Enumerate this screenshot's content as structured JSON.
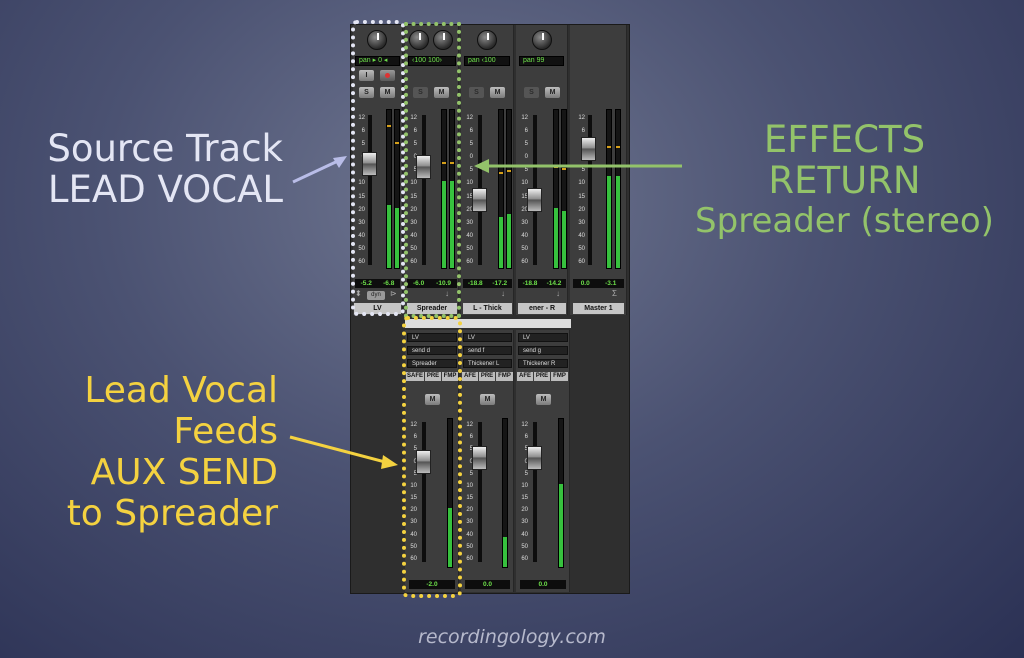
{
  "labels": {
    "source_line1": "Source Track",
    "source_line2": "LEAD VOCAL",
    "effects_line1": "EFFECTS RETURN",
    "effects_line2": "Spreader (stereo)",
    "lead_line1": "Lead Vocal",
    "lead_line2": "Feeds",
    "lead_line3": "AUX SEND",
    "lead_line4": "to Spreader",
    "footer": "recordingology.com"
  },
  "colors": {
    "source": "#e4e6f4",
    "effects": "#93c36a",
    "lead": "#f4d240",
    "meter_green": "#37c13e",
    "readout_green": "#6de04a"
  },
  "mixer": {
    "fader_scale": [
      "12",
      "6",
      "5",
      "0",
      "5",
      "10",
      "15",
      "20",
      "30",
      "40",
      "50",
      "60"
    ],
    "strips": {
      "lv": {
        "pan": "pan ▸ 0 ◂",
        "solo": "S",
        "mute": "M",
        "readout_left": "-5.2",
        "readout_right": "-6.8",
        "insert": "dyn",
        "name": "LV"
      },
      "spreader": {
        "pan": "‹100  100›",
        "solo": "S",
        "mute": "M",
        "readout_left": "-6.0",
        "readout_right": "-10.9",
        "name": "Spreader"
      },
      "thickL": {
        "pan": "pan ‹100",
        "solo": "S",
        "mute": "M",
        "readout_left": "-18.8",
        "readout_right": "-17.2",
        "name": "L - Thick"
      },
      "thickR": {
        "pan": "pan    99",
        "solo": "S",
        "mute": "M",
        "readout_left": "-18.8",
        "readout_right": "-14.2",
        "name": "ener - R"
      },
      "master": {
        "readout_left": "0.0",
        "readout_right": "-3.1",
        "name": "Master 1"
      }
    },
    "sends": [
      {
        "source": "LV",
        "send": "send d",
        "dest": "Spreader",
        "buttons": [
          "SAFE",
          "PRE",
          "FMP"
        ],
        "mute": "M",
        "value": "-2.0"
      },
      {
        "source": "LV",
        "send": "send f",
        "dest": "Thickener L",
        "buttons": [
          "AFE",
          "PRE",
          "FMP"
        ],
        "mute": "M",
        "value": "0.0"
      },
      {
        "source": "LV",
        "send": "send g",
        "dest": "Thickener R",
        "buttons": [
          "AFE",
          "PRE",
          "FMP"
        ],
        "mute": "M",
        "value": "0.0"
      }
    ]
  }
}
